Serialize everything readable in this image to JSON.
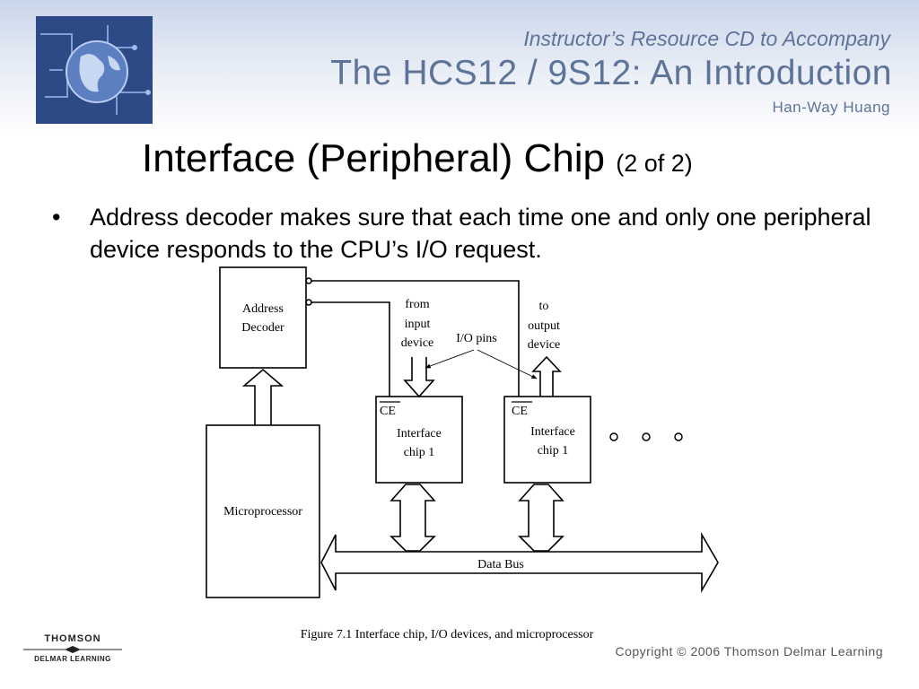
{
  "header": {
    "line1": "Instructor’s Resource CD to Accompany",
    "line2": "The HCS12 / 9S12: An Introduction",
    "line3": "Han-Way Huang"
  },
  "slide": {
    "title_main": "Interface (Peripheral) Chip",
    "title_sub": "(2 of 2)",
    "bullet_symbol": "•",
    "bullet_text": "Address decoder makes sure that each time one and only one peripheral device responds to the CPU’s I/O request."
  },
  "diagram": {
    "address_decoder": [
      "Address",
      "Decoder"
    ],
    "microprocessor": "Microprocessor",
    "chip1": [
      "Interface",
      "chip 1"
    ],
    "chip2": [
      "Interface",
      "chip 1"
    ],
    "ce": "CE",
    "from_input": [
      "from",
      "input",
      "device"
    ],
    "to_output": [
      "to",
      "output",
      "device"
    ],
    "io_pins": "I/O pins",
    "data_bus": "Data Bus",
    "caption": "Figure 7.1 Interface chip, I/O devices, and microprocessor"
  },
  "footer": {
    "brand_top": "THOMSON",
    "brand_bottom": "DELMAR LEARNING",
    "copyright": "Copyright © 2006 Thomson Delmar Learning"
  },
  "colors": {
    "header_text": "#5e7398",
    "banner": "#c9d5ea"
  }
}
